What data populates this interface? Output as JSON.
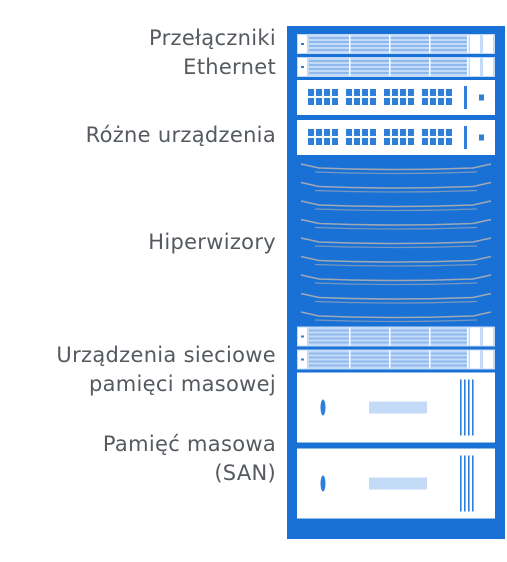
{
  "labels": {
    "ethernet_switches": [
      "Przełączniki",
      "Ethernet"
    ],
    "misc_devices": "Różne urządzenia",
    "hypervisors": "Hiperwizory",
    "network_storage": [
      "Urządzenia sieciowe",
      "pamięci masowej"
    ],
    "san_storage": [
      "Pamięć masowa",
      "(SAN)"
    ]
  },
  "rack": {
    "units": [
      {
        "type": "switch",
        "group": "ethernet_switches"
      },
      {
        "type": "switch",
        "group": "ethernet_switches"
      },
      {
        "type": "appliance",
        "group": "misc_devices"
      },
      {
        "type": "appliance",
        "group": "misc_devices"
      },
      {
        "type": "server",
        "group": "hypervisors"
      },
      {
        "type": "server",
        "group": "hypervisors"
      },
      {
        "type": "server",
        "group": "hypervisors"
      },
      {
        "type": "server",
        "group": "hypervisors"
      },
      {
        "type": "server",
        "group": "hypervisors"
      },
      {
        "type": "server",
        "group": "hypervisors"
      },
      {
        "type": "server",
        "group": "hypervisors"
      },
      {
        "type": "server",
        "group": "hypervisors"
      },
      {
        "type": "server",
        "group": "hypervisors"
      },
      {
        "type": "switch",
        "group": "network_storage"
      },
      {
        "type": "switch",
        "group": "network_storage"
      },
      {
        "type": "storage",
        "group": "san_storage"
      },
      {
        "type": "storage",
        "group": "san_storage"
      }
    ]
  },
  "colors": {
    "rack_frame": "#1a71d5",
    "switch_face": "#c4dbf7",
    "switch_bars": "#8fb9ec",
    "panel_white": "#ffffff",
    "port_blue": "#2e7fd9",
    "server_line": "#9fa8b4",
    "label_text": "#555a60"
  }
}
